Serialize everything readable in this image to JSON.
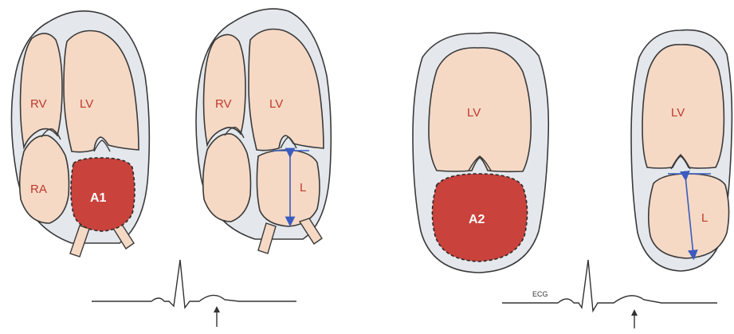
{
  "colors": {
    "outer_wall": "#e4e8ec",
    "chamber": "#f5d9c5",
    "outline": "#3a3a3a",
    "atrium_fill": "#c9423c",
    "measure_line": "#3b5bbf",
    "label_red": "#c0392b"
  },
  "panels": {
    "four_chamber_a": {
      "rv": "RV",
      "lv": "LV",
      "ra": "RA",
      "atrium": "A1"
    },
    "four_chamber_b": {
      "rv": "RV",
      "lv": "LV",
      "length": "L"
    },
    "two_chamber_a": {
      "lv": "LV",
      "atrium": "A2"
    },
    "two_chamber_b": {
      "lv": "LV",
      "length": "L"
    }
  },
  "ecg": {
    "label": "ECG"
  }
}
